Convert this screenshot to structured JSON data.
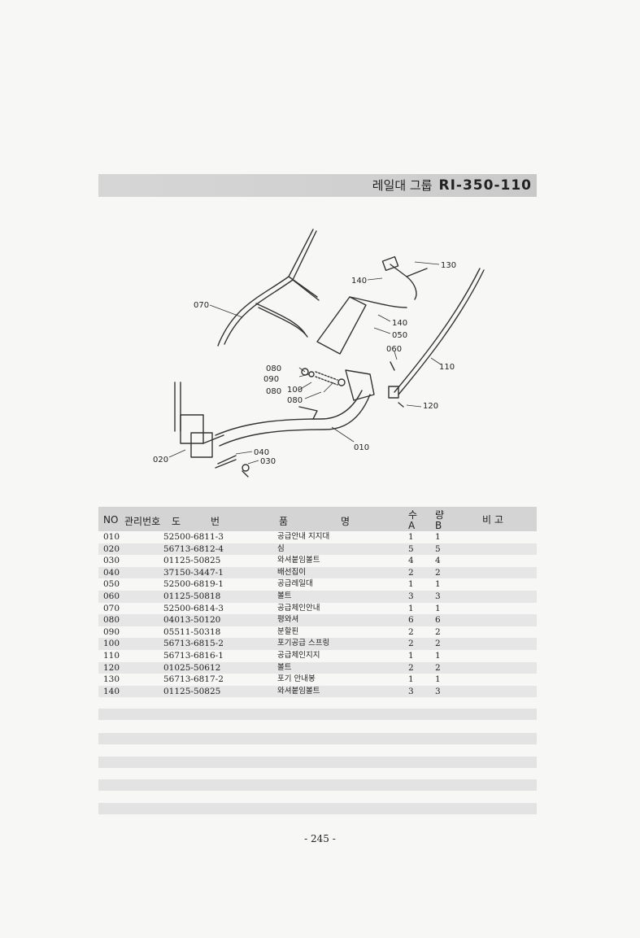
{
  "header": {
    "group_label": "레일대 그룹",
    "group_code": "RI-350-110"
  },
  "diagram": {
    "callouts": [
      "070",
      "140",
      "130",
      "140",
      "050",
      "060",
      "110",
      "080",
      "090",
      "080",
      "100",
      "080",
      "120",
      "010",
      "020",
      "040",
      "030"
    ]
  },
  "table": {
    "headers": {
      "no": "NO",
      "mgmt_no": "관리번호",
      "dwg_1": "도",
      "dwg_2": "번",
      "name_1": "품",
      "name_2": "명",
      "qty_1": "수",
      "qty_2": "량",
      "qty_a": "A",
      "qty_b": "B",
      "remarks": "비 고"
    },
    "rows": [
      {
        "no": "010",
        "drawing_no": "52500-6811-3",
        "name": "공급안내 지지대",
        "a": "1",
        "b": "1"
      },
      {
        "no": "020",
        "drawing_no": "56713-6812-4",
        "name": "심",
        "a": "5",
        "b": "5"
      },
      {
        "no": "030",
        "drawing_no": "01125-50825",
        "name": "와셔붙임볼트",
        "a": "4",
        "b": "4"
      },
      {
        "no": "040",
        "drawing_no": "37150-3447-1",
        "name": "배선집이",
        "a": "2",
        "b": "2"
      },
      {
        "no": "050",
        "drawing_no": "52500-6819-1",
        "name": "공급레일대",
        "a": "1",
        "b": "1"
      },
      {
        "no": "060",
        "drawing_no": "01125-50818",
        "name": "볼트",
        "a": "3",
        "b": "3"
      },
      {
        "no": "070",
        "drawing_no": "52500-6814-3",
        "name": "공급체인안내",
        "a": "1",
        "b": "1"
      },
      {
        "no": "080",
        "drawing_no": "04013-50120",
        "name": "평와셔",
        "a": "6",
        "b": "6"
      },
      {
        "no": "090",
        "drawing_no": "05511-50318",
        "name": "분할핀",
        "a": "2",
        "b": "2"
      },
      {
        "no": "100",
        "drawing_no": "56713-6815-2",
        "name": "포기공급 스프링",
        "a": "2",
        "b": "2"
      },
      {
        "no": "110",
        "drawing_no": "56713-6816-1",
        "name": "공급체인지지",
        "a": "1",
        "b": "1"
      },
      {
        "no": "120",
        "drawing_no": "01025-50612",
        "name": "볼트",
        "a": "2",
        "b": "2"
      },
      {
        "no": "130",
        "drawing_no": "56713-6817-2",
        "name": "포기 안내봉",
        "a": "1",
        "b": "1"
      },
      {
        "no": "140",
        "drawing_no": "01125-50825",
        "name": "와셔붙임볼트",
        "a": "3",
        "b": "3"
      }
    ]
  },
  "footer": {
    "page_number": "- 245 -"
  }
}
